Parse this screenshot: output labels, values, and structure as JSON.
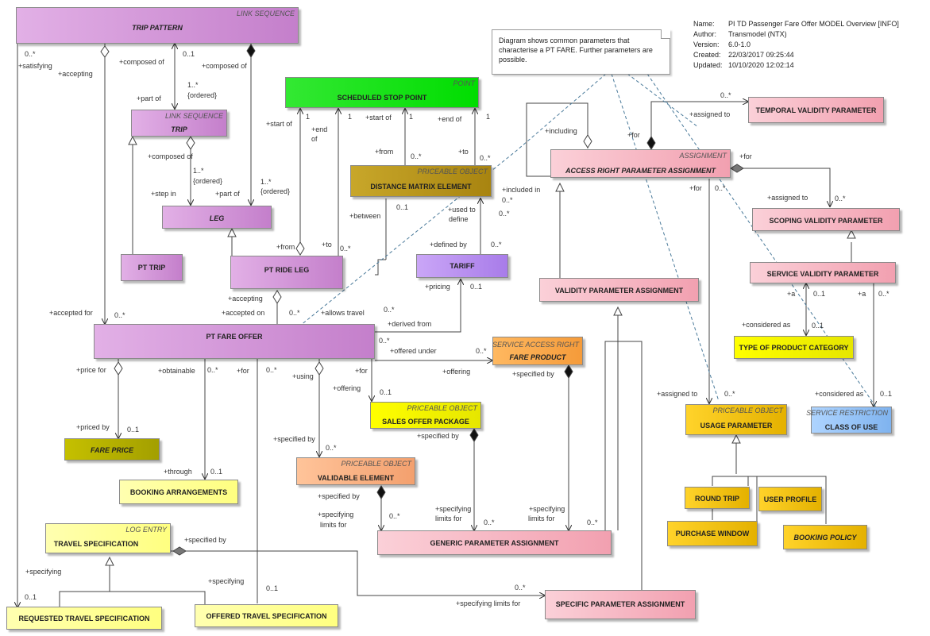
{
  "meta": {
    "name_label": "Name:",
    "name_value": "PI TD Passenger Fare Offer MODEL Overview [INFO]",
    "author_label": "Author:",
    "author_value": "Transmodel (NTX)",
    "version_label": "Version:",
    "version_value": "6.0-1.0",
    "created_label": "Created:",
    "created_value": "22/03/2017 09:25:44",
    "updated_label": "Updated:",
    "updated_value": "10/10/2020 12:02:14"
  },
  "note": {
    "line1": "Diagram shows common parameters that",
    "line2": "characterise a PT FARE.   Further parameters are",
    "line3": "possible."
  },
  "boxes": {
    "trip_pattern": {
      "stereo": "LINK SEQUENCE",
      "name": "TRIP PATTERN"
    },
    "trip": {
      "stereo": "LINK SEQUENCE",
      "name": "TRIP"
    },
    "leg": {
      "name": "LEG"
    },
    "pt_trip": {
      "name": "PT TRIP"
    },
    "pt_ride_leg": {
      "name": "PT RIDE LEG"
    },
    "scheduled_stop_point": {
      "stereo": "POINT",
      "name": "SCHEDULED STOP POINT"
    },
    "distance_matrix_element": {
      "stereo": "PRICEABLE OBJECT",
      "name": "DISTANCE MATRIX ELEMENT"
    },
    "tariff": {
      "name": "TARIFF"
    },
    "pt_fare_offer": {
      "name": "PT FARE OFFER"
    },
    "access_right_parameter_assignment": {
      "stereo": "ASSIGNMENT",
      "name": "ACCESS RIGHT PARAMETER ASSIGNMENT"
    },
    "temporal_validity_parameter": {
      "name": "TEMPORAL VALIDITY PARAMETER"
    },
    "scoping_validity_parameter": {
      "name": "SCOPING VALIDITY PARAMETER"
    },
    "service_validity_parameter": {
      "name": "SERVICE VALIDITY PARAMETER"
    },
    "validity_parameter_assignment": {
      "name": "VALIDITY PARAMETER ASSIGNMENT"
    },
    "type_of_product_category": {
      "name": "TYPE OF PRODUCT CATEGORY"
    },
    "service_access_right": {
      "stereo": "SERVICE ACCESS RIGHT",
      "name": "FARE PRODUCT"
    },
    "sales_offer_package": {
      "stereo": "PRICEABLE OBJECT",
      "name": "SALES OFFER PACKAGE"
    },
    "usage_parameter": {
      "stereo": "PRICEABLE OBJECT",
      "name": "USAGE PARAMETER"
    },
    "class_of_use": {
      "stereo": "SERVICE RESTRICTION",
      "name": "CLASS OF USE"
    },
    "fare_price": {
      "name": "FARE PRICE"
    },
    "booking_arrangements": {
      "name": "BOOKING ARRANGEMENTS"
    },
    "validable_element": {
      "stereo": "PRICEABLE OBJECT",
      "name": "VALIDABLE ELEMENT"
    },
    "travel_specification": {
      "stereo": "LOG ENTRY",
      "name": "TRAVEL SPECIFICATION"
    },
    "generic_parameter_assignment": {
      "name": "GENERIC PARAMETER ASSIGNMENT"
    },
    "round_trip": {
      "name": "ROUND TRIP"
    },
    "user_profile": {
      "name": "USER PROFILE"
    },
    "purchase_window": {
      "name": "PURCHASE WINDOW"
    },
    "booking_policy": {
      "name": "BOOKING POLICY"
    },
    "requested_travel_specification": {
      "name": "REQUESTED TRAVEL SPECIFICATION"
    },
    "offered_travel_specification": {
      "name": "OFFERED TRAVEL SPECIFICATION"
    },
    "specific_parameter_assignment": {
      "name": "SPECIFIC PARAMETER ASSIGNMENT"
    }
  },
  "labels": {
    "l1": "0..*",
    "l2": "+satisfying",
    "l3": "+accepting",
    "l4": "+composed of",
    "l5": "0..1",
    "l6": "+composed of",
    "l7": "1..*",
    "l8": "{ordered}",
    "l9": "+part of",
    "l10": "+composed of",
    "l11": "1..*",
    "l12": "{ordered}",
    "l13": "+step in",
    "l14": "+part of",
    "l15": "1..*",
    "l16": "{ordered}",
    "l17": "+start of",
    "l18": "1",
    "l19": "+end",
    "l20": "of",
    "l21": "1",
    "l22": "+start of",
    "l23": "1",
    "l24": "+end of",
    "l25": "1",
    "l26": "+from",
    "l27": "0..*",
    "l28": "+to",
    "l29": "0..*",
    "l30": "+including",
    "l31": "+between",
    "l32": "0..1",
    "l33": "+used to",
    "l34": "define",
    "l35": "0..*",
    "l36": "+included in",
    "l37": "0..*",
    "l38": "+from",
    "l39": "+to",
    "l40": "0..*",
    "l41": "+defined by",
    "l42": "0..*",
    "l43": "+pricing",
    "l44": "0..1",
    "l45": "+accepting",
    "l46": "+accepted on",
    "l47": "0..*",
    "l48": "+allows travel",
    "l49": "+accepted for",
    "l50": "0..*",
    "l51": "0..*",
    "l52": "+derived from",
    "l53": "0..*",
    "l54": "+offered under",
    "l55": "0..*",
    "l56": "+offering",
    "l57": "+specified by",
    "l58": "+price for",
    "l59": "+obtainable",
    "l60": "0..*",
    "l61": "+for",
    "l62": "0..*",
    "l63": "+using",
    "l64": "+for",
    "l65": "+offering",
    "l66": "0..1",
    "l67": "+priced by",
    "l68": "0..1",
    "l69": "+through",
    "l70": "0..1",
    "l71": "+specified by",
    "l72": "0..*",
    "l73": "+specified by",
    "l74": "+specified by",
    "l75": "+specifying",
    "l76": "limits for",
    "l77": "0..*",
    "l78": "+specifying",
    "l79": "limits for",
    "l80": "0..*",
    "l81": "+specifying",
    "l82": "limits for",
    "l83": "0..*",
    "l84": "+specified by",
    "l85": "+specifying",
    "l86": "+specifying",
    "l87": "0..1",
    "l88": "0..1",
    "l89": "0..*",
    "l90": "+specifying limits for",
    "l91": "0..*",
    "l92": "+assigned to",
    "l93": "+for",
    "l94": "+for",
    "l95": "0..*",
    "l96": "+for",
    "l97": "+assigned to",
    "l98": "0..*",
    "l99": "+a",
    "l100": "0..1",
    "l101": "+a",
    "l102": "0..*",
    "l103": "+considered as",
    "l104": "0..1",
    "l105": "+assigned to",
    "l106": "0..*",
    "l107": "+considered as",
    "l108": "0..1"
  }
}
